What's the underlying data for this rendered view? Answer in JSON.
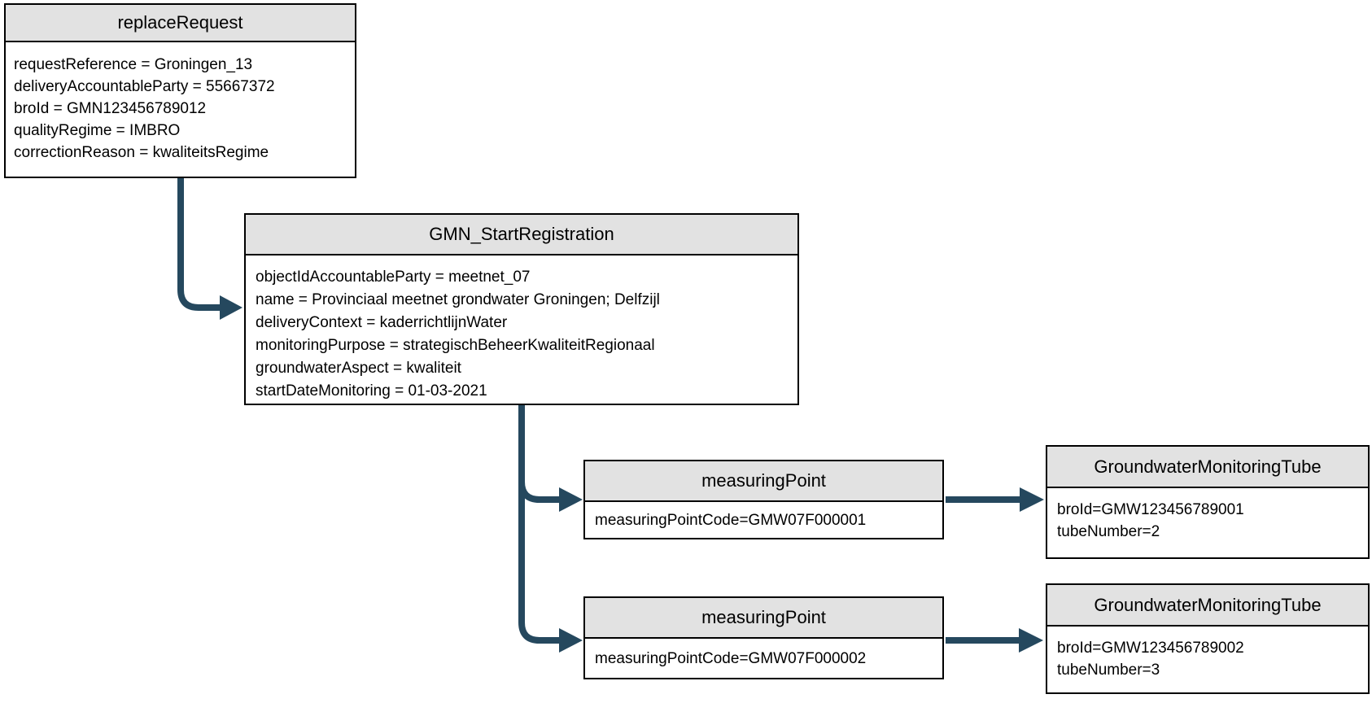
{
  "colors": {
    "arrow": "#25485e",
    "node_header_fill": "#e2e2e2",
    "node_border": "#000000",
    "background": "#ffffff"
  },
  "diagram": {
    "replace_request": {
      "title": "replaceRequest",
      "attributes": [
        "requestReference = Groningen_13",
        "deliveryAccountableParty = 55667372",
        "broId = GMN123456789012",
        "qualityRegime = IMBRO",
        "correctionReason = kwaliteitsRegime"
      ]
    },
    "gmn_start_registration": {
      "title": "GMN_StartRegistration",
      "attributes": [
        "objectIdAccountableParty = meetnet_07",
        "name = Provinciaal meetnet grondwater Groningen; Delfzijl",
        "deliveryContext = kaderrichtlijnWater",
        "monitoringPurpose = strategischBeheerKwaliteitRegionaal",
        "groundwaterAspect = kwaliteit",
        "startDateMonitoring = 01-03-2021"
      ]
    },
    "measuring_point_1": {
      "title": "measuringPoint",
      "attributes": [
        "measuringPointCode=GMW07F000001"
      ]
    },
    "measuring_point_2": {
      "title": "measuringPoint",
      "attributes": [
        "measuringPointCode=GMW07F000002"
      ]
    },
    "tube_1": {
      "title": "GroundwaterMonitoringTube",
      "attributes": [
        "broId=GMW123456789001",
        "tubeNumber=2"
      ]
    },
    "tube_2": {
      "title": "GroundwaterMonitoringTube",
      "attributes": [
        "broId=GMW123456789002",
        "tubeNumber=3"
      ]
    }
  }
}
